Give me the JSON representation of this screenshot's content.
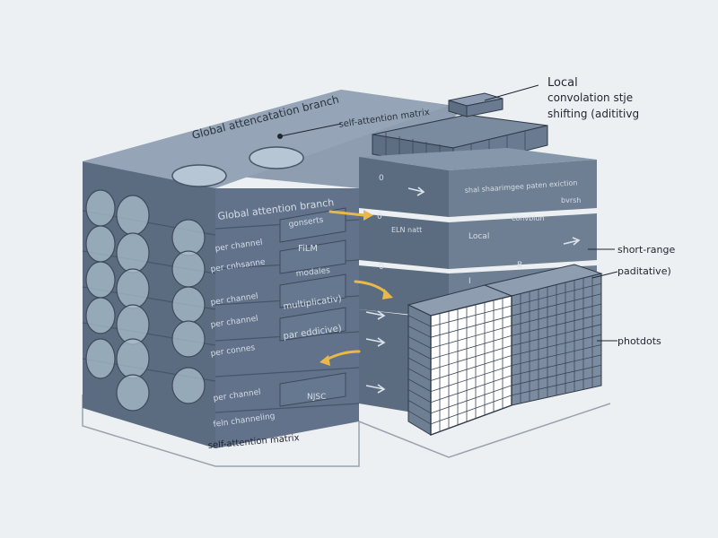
{
  "colors": {
    "background": "#edf0f2",
    "top_face": "#8e9db0",
    "front_face": "#5b6b80",
    "side_face": "#6f7f93",
    "grid_cell": "#ffffff",
    "grid_line": "#3b4656",
    "arrow_yellow": "#e9b84a",
    "disk": "#b7c6d4"
  },
  "top": {
    "title": "Global attencatation branch",
    "matrix_label": "self-attention matrix"
  },
  "left_block": {
    "title": "Global attention branch",
    "rows_left": [
      "per channel",
      "per cnhsanne",
      "per channel",
      "per channel",
      "per connes",
      "per channel",
      "feln channeling"
    ],
    "rows_mid": [
      "gonserts",
      "FiLM",
      "modales",
      "multiplicativ)",
      "par eddicive)",
      "NJSC"
    ],
    "bottom_label": "self-attention matrix"
  },
  "right_block": {
    "row1_num": "0",
    "row1_text": "shal shaarimgee paten exiction",
    "row2_num": "0",
    "row2_mid": "ELN natt",
    "row2_a": "Local",
    "row2_b": "convblun",
    "row2_c": "bvrsh",
    "row3_num": "0",
    "row3_i": "I",
    "row3_b": "B"
  },
  "callouts": {
    "local_line1": "Local",
    "local_line2": "convolation stje",
    "local_line3": "shifting (adititivg",
    "short_range": "short-range",
    "additive": "paditative)",
    "photodots": "photdots"
  }
}
